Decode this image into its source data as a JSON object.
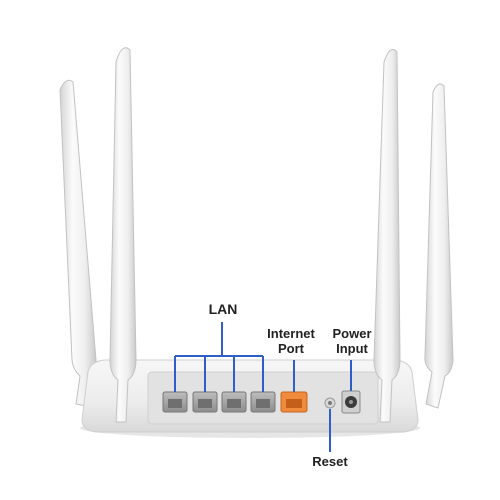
{
  "labels": {
    "lan": "LAN",
    "internet_port": [
      "Internet",
      "Port"
    ],
    "power_input": [
      "Power",
      "Input"
    ],
    "reset": "Reset"
  },
  "colors": {
    "background": "#ffffff",
    "router_body": "#eeeeee",
    "callout_line": "#2f5fc4",
    "internet_port": "#f08a3c",
    "label_text": "#222222"
  }
}
